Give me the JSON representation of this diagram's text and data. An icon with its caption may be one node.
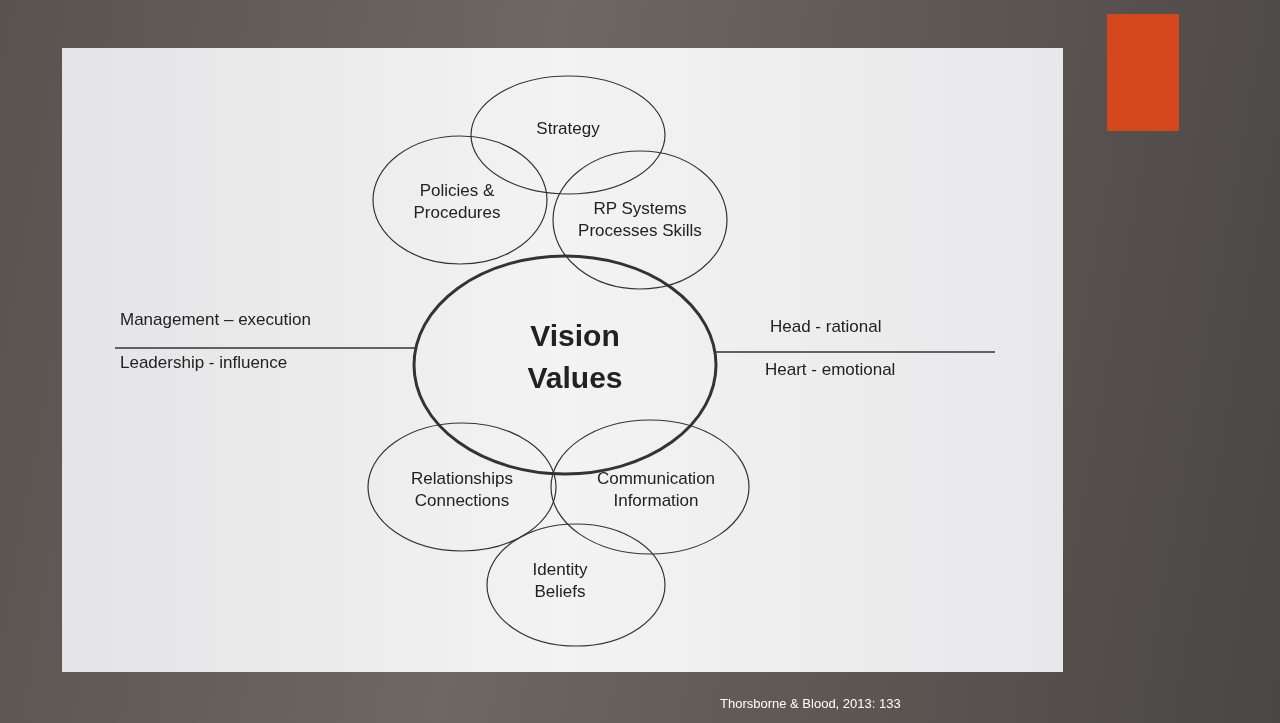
{
  "diagram": {
    "caption": "Thorsborne & Blood, 2013: 133",
    "nodes": [
      {
        "text": [
          "Strategy"
        ]
      },
      {
        "text": [
          "Policies & Procedures"
        ]
      },
      {
        "text": [
          "RP Systems Processes Skills"
        ]
      },
      {
        "text": [
          "Vision Values"
        ]
      },
      {
        "text": [
          "Relationships Connections"
        ]
      },
      {
        "text": [
          "Communication Information"
        ]
      },
      {
        "text": [
          "Identity Beliefs"
        ]
      }
    ],
    "labels": [
      "Management – execution",
      "Leadership - influence",
      "Head - rational",
      "Heart - emotional"
    ]
  }
}
